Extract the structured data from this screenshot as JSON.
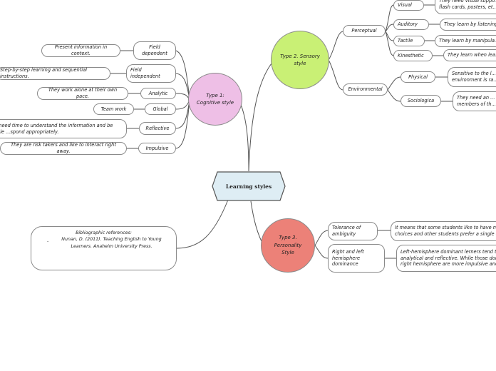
{
  "central": "Learning styles",
  "type1": {
    "title": "Type 1: Cognitive style",
    "items": [
      {
        "label": "Field dependent",
        "desc": "Present information in context."
      },
      {
        "label": "Field independent",
        "desc": "Step-by-step learning and sequential instructions."
      },
      {
        "label": "Analytic",
        "desc": "They work alone at their own pace."
      },
      {
        "label": "Global",
        "desc": "Team work"
      },
      {
        "label": "Reflective",
        "desc": "...need time to understand the information and be able ...spond appropriately."
      },
      {
        "label": "Impulsive",
        "desc": "They are risk takers and like to interact right away."
      }
    ]
  },
  "type2": {
    "title": "Type 2. Sensory style",
    "perceptual": {
      "label": "Perceptual",
      "items": [
        {
          "label": "Visual",
          "desc": "They need visual suppo... flash cards, posters, et..."
        },
        {
          "label": "Auditory",
          "desc": "They learn by listening..."
        },
        {
          "label": "Tactile",
          "desc": "They learn by manipula..."
        },
        {
          "label": "Kinesthetic",
          "desc": "They learn when lea..."
        }
      ]
    },
    "environmental": {
      "label": "Environmental",
      "items": [
        {
          "label": "Physical",
          "desc": "Sensitive to the l... environment is ra..."
        },
        {
          "label": "Sociologica",
          "desc": "They need an ... members of th..."
        }
      ]
    }
  },
  "type3": {
    "title": "Type 3. Personality Style",
    "items": [
      {
        "label": "Tolerance of ambiguity",
        "desc": "It means that some students like to have m... choices and other students prefer a single c..."
      },
      {
        "label": "Right and left hemisphere dominance",
        "desc": "Left-hemisphere dominant lerners tend to... analytical and reflective. While those dom... right hemisphere are more impulsive and..."
      }
    ]
  },
  "reference": {
    "heading": "Bibliographic references:",
    "bullet": "-",
    "text": "Nunan, D. (2011). Teaching English to Young Learners. Anaheim University Press."
  },
  "colors": {
    "type1": "#eebfe6",
    "type2": "#c9f075",
    "type3": "#ec8178",
    "central": "#deedf4",
    "line": "#555555"
  }
}
